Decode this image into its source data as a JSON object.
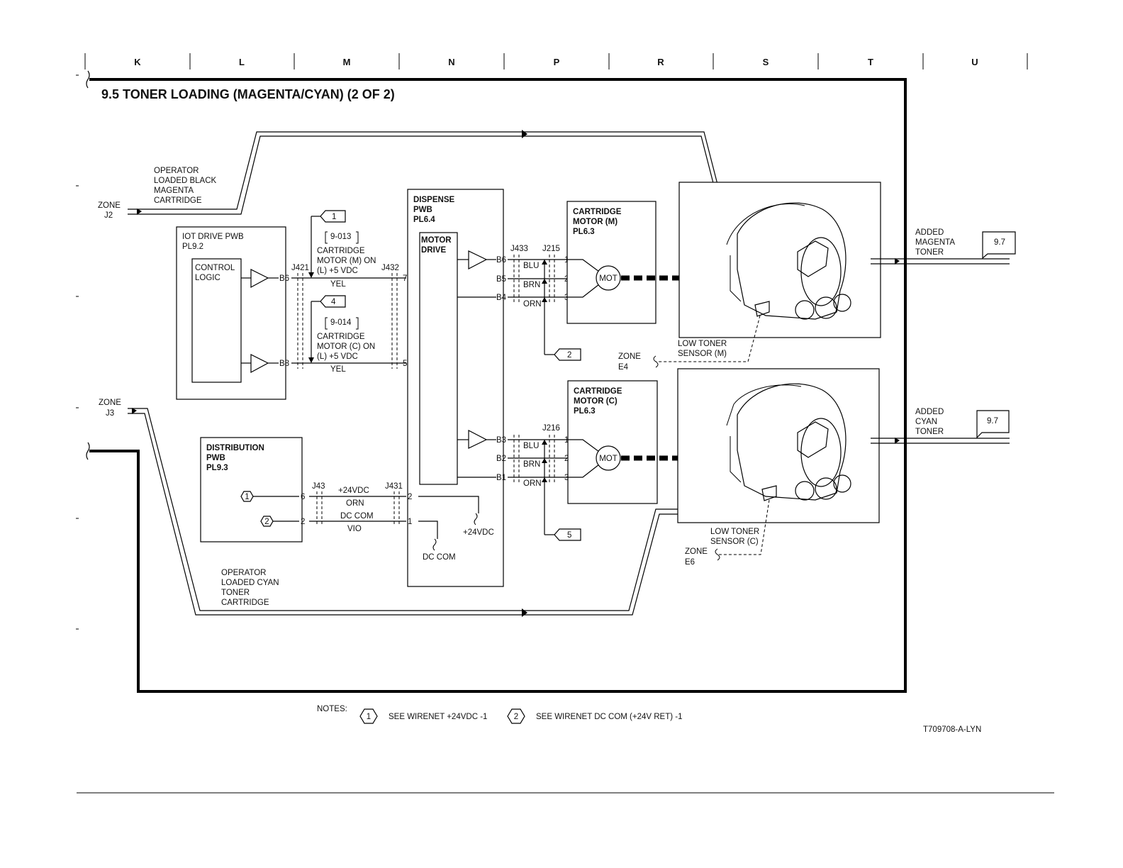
{
  "title": "9.5 TONER LOADING (MAGENTA/CYAN) (2 OF 2)",
  "zones": [
    "K",
    "L",
    "M",
    "N",
    "P",
    "R",
    "S",
    "T",
    "U"
  ],
  "operator_black": [
    "OPERATOR",
    "LOADED BLACK",
    "MAGENTA",
    "CARTRIDGE"
  ],
  "zone_j2": [
    "ZONE",
    "J2"
  ],
  "zone_j3": [
    "ZONE",
    "J3"
  ],
  "iot": {
    "title": [
      "IOT DRIVE PWB",
      "PL9.2"
    ],
    "logic": [
      "CONTROL",
      "LOGIC"
    ]
  },
  "ref1": "1",
  "ref4": "4",
  "ref2": "2",
  "ref5": "5",
  "motor_m_signal": {
    "code": "9-013",
    "text": [
      "CARTRIDGE",
      "MOTOR (M) ON",
      "(L) +5 VDC"
    ]
  },
  "motor_c_signal": {
    "code": "9-014",
    "text": [
      "CARTRIDGE",
      "MOTOR (C) ON",
      "(L) +5 VDC"
    ]
  },
  "conn": {
    "j421": "J421",
    "j432": "J432",
    "j433": "J433",
    "j215": "J215",
    "j216": "J216",
    "j43": "J43",
    "j431": "J431"
  },
  "pins": {
    "b6": "B6",
    "b8": "B8",
    "p7": "7",
    "p5": "5",
    "b5": "B5",
    "b4": "B4",
    "b3": "B3",
    "b2": "B2",
    "b1": "B1",
    "p1": "1",
    "p2": "2",
    "p3": "3",
    "p6": "6"
  },
  "wires": {
    "yel": "YEL",
    "blu": "BLU",
    "brn": "BRN",
    "orn": "ORN",
    "vio": "VIO",
    "dccom": "DC COM",
    "v24": "+24VDC"
  },
  "dispense": [
    "DISPENSE",
    "PWB",
    "PL6.4"
  ],
  "motor_drive": [
    "MOTOR",
    "DRIVE"
  ],
  "cart_m": [
    "CARTRIDGE",
    "MOTOR (M)",
    "PL6.3"
  ],
  "cart_c": [
    "CARTRIDGE",
    "MOTOR (C)",
    "PL6.3"
  ],
  "mot": "MOT",
  "low_m": [
    "LOW TONER",
    "SENSOR (M)"
  ],
  "low_c": [
    "LOW TONER",
    "SENSOR (C)"
  ],
  "zone_e4": [
    "ZONE",
    "E4"
  ],
  "zone_e6": [
    "ZONE",
    "E6"
  ],
  "added_magenta": [
    "ADDED",
    "MAGENTA",
    "TONER"
  ],
  "added_cyan": [
    "ADDED",
    "CYAN",
    "TONER"
  ],
  "ref97": "9.7",
  "distribution": [
    "DISTRIBUTION",
    "PWB",
    "PL9.3"
  ],
  "operator_cyan": [
    "OPERATOR",
    "LOADED CYAN",
    "TONER",
    "CARTRIDGE"
  ],
  "notes": {
    "label": "NOTES:",
    "n1": "1",
    "n1_text": "SEE WIRENET +24VDC -1",
    "n2": "2",
    "n2_text": "SEE WIRENET DC COM (+24V RET) -1"
  },
  "doc_id": "T709708-A-LYN"
}
